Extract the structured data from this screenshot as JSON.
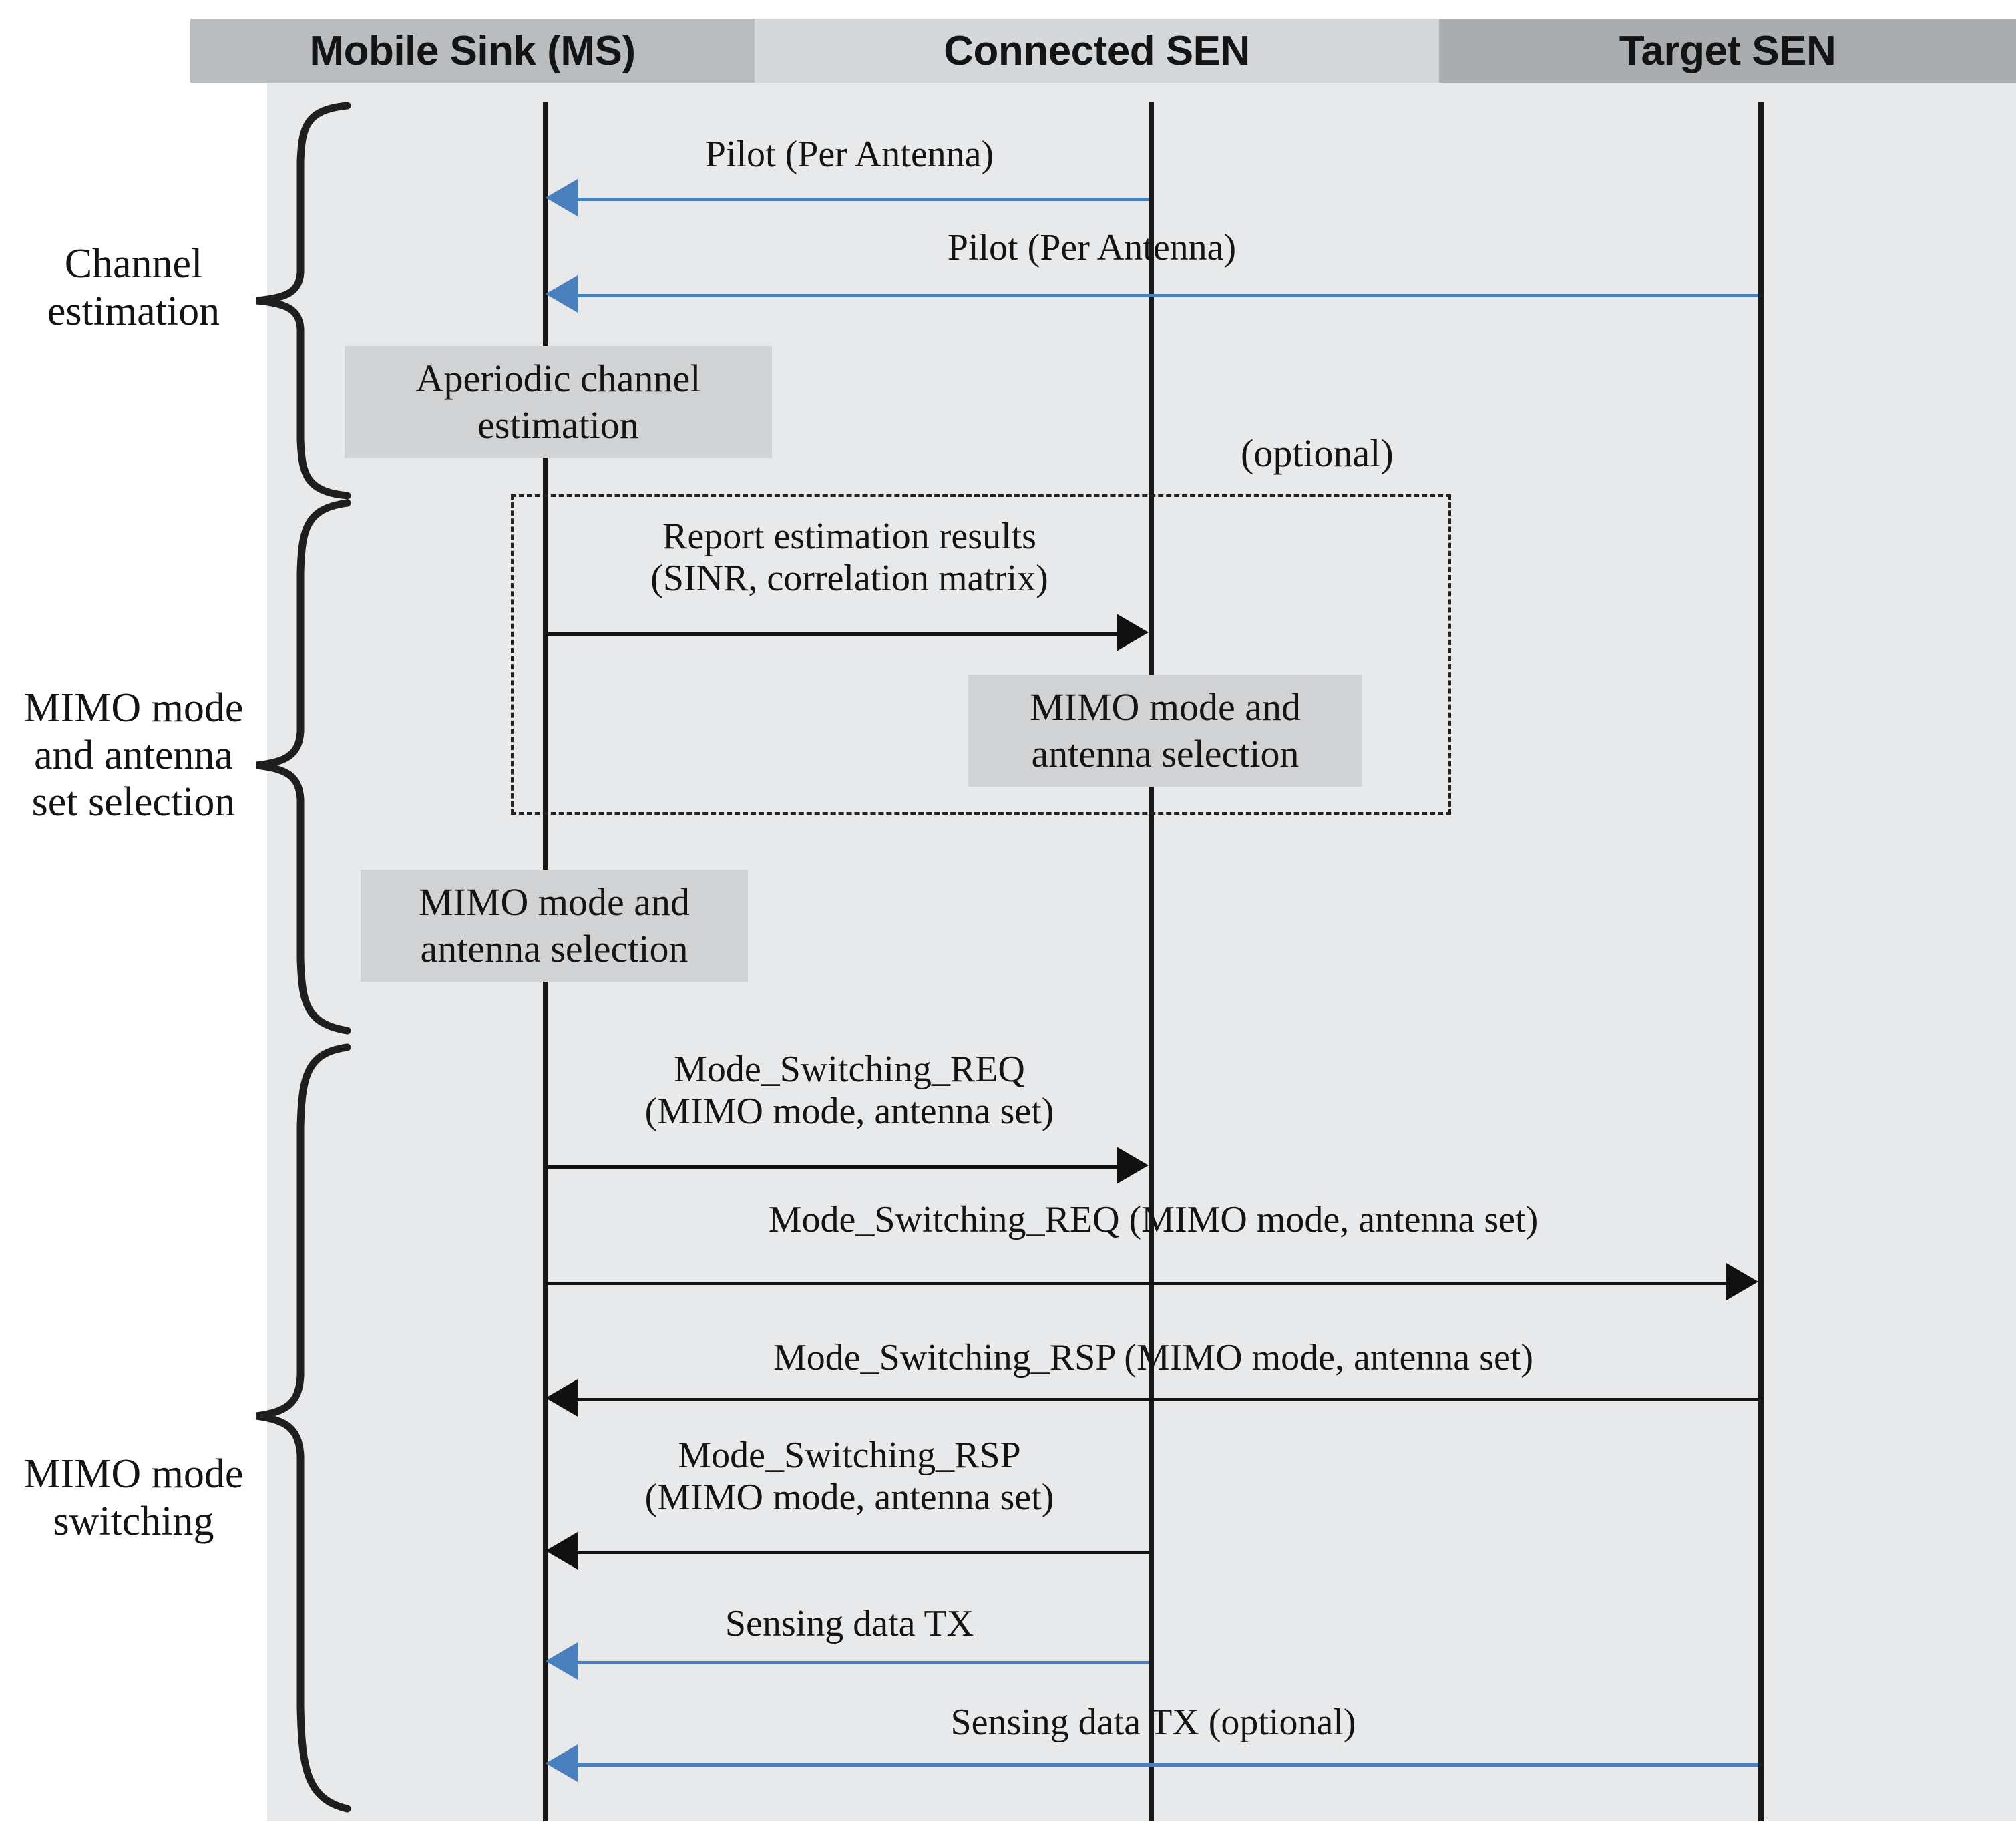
{
  "diagram": {
    "type": "uml-sequence-diagram",
    "title": "MIMO mode switching procedure",
    "colors": {
      "panel_background": "#e7e9ea",
      "header_mobile_sink": "#b9bdbf",
      "header_connected_sen": "#d5d8da",
      "header_target_sen": "#a9adaf",
      "activation_box": "#d0d2d4",
      "blue_arrow": "#4a7fbd",
      "black_arrow": "#111111"
    }
  },
  "lifelines": [
    {
      "id": "ms",
      "label": "Mobile Sink (MS)"
    },
    {
      "id": "conn",
      "label": "Connected SEN"
    },
    {
      "id": "target",
      "label": "Target SEN"
    }
  ],
  "phases": [
    {
      "id": "channel-estimation",
      "label": "Channel\nestimation"
    },
    {
      "id": "mimo-selection",
      "label": "MIMO mode\nand antenna\nset selection"
    },
    {
      "id": "mimo-switching",
      "label": "MIMO mode\nswitching"
    }
  ],
  "messages": [
    {
      "id": "pilot-1",
      "label": "Pilot (Per Antenna)",
      "from": "conn",
      "to": "ms",
      "direction": "left",
      "style": "blue"
    },
    {
      "id": "pilot-2",
      "label": "Pilot (Per Antenna)",
      "from": "target",
      "to": "ms",
      "direction": "left",
      "style": "blue"
    },
    {
      "id": "report-estimation",
      "label": "Report estimation results\n(SINR, correlation matrix)",
      "from": "ms",
      "to": "conn",
      "direction": "right",
      "style": "black"
    },
    {
      "id": "mode-switching-req-1",
      "label": "Mode_Switching_REQ\n(MIMO mode, antenna set)",
      "from": "ms",
      "to": "conn",
      "direction": "right",
      "style": "black"
    },
    {
      "id": "mode-switching-req-2",
      "label": "Mode_Switching_REQ (MIMO mode, antenna set)",
      "from": "ms",
      "to": "target",
      "direction": "right",
      "style": "black"
    },
    {
      "id": "mode-switching-rsp-1",
      "label": "Mode_Switching_RSP (MIMO mode, antenna set)",
      "from": "target",
      "to": "ms",
      "direction": "left",
      "style": "black"
    },
    {
      "id": "mode-switching-rsp-2",
      "label": "Mode_Switching_RSP\n(MIMO mode, antenna set)",
      "from": "conn",
      "to": "ms",
      "direction": "left",
      "style": "black"
    },
    {
      "id": "sensing-data-tx-1",
      "label": "Sensing data TX",
      "from": "conn",
      "to": "ms",
      "direction": "left",
      "style": "blue"
    },
    {
      "id": "sensing-data-tx-2",
      "label": "Sensing data TX (optional)",
      "from": "target",
      "to": "ms",
      "direction": "left",
      "style": "blue"
    }
  ],
  "activations": [
    {
      "id": "aperiodic-channel-estimation",
      "label": "Aperiodic channel\nestimation",
      "on": "ms"
    },
    {
      "id": "mimo-selection-conn",
      "label": "MIMO mode and\nantenna selection",
      "on": "conn"
    },
    {
      "id": "mimo-selection-ms",
      "label": "MIMO mode and\nantenna selection",
      "on": "ms"
    }
  ],
  "annotations": [
    {
      "id": "optional-note",
      "label": "(optional)"
    }
  ],
  "fragments": [
    {
      "id": "optional-fragment",
      "style": "dashed",
      "contains": [
        "report-estimation",
        "mimo-selection-conn"
      ]
    }
  ]
}
